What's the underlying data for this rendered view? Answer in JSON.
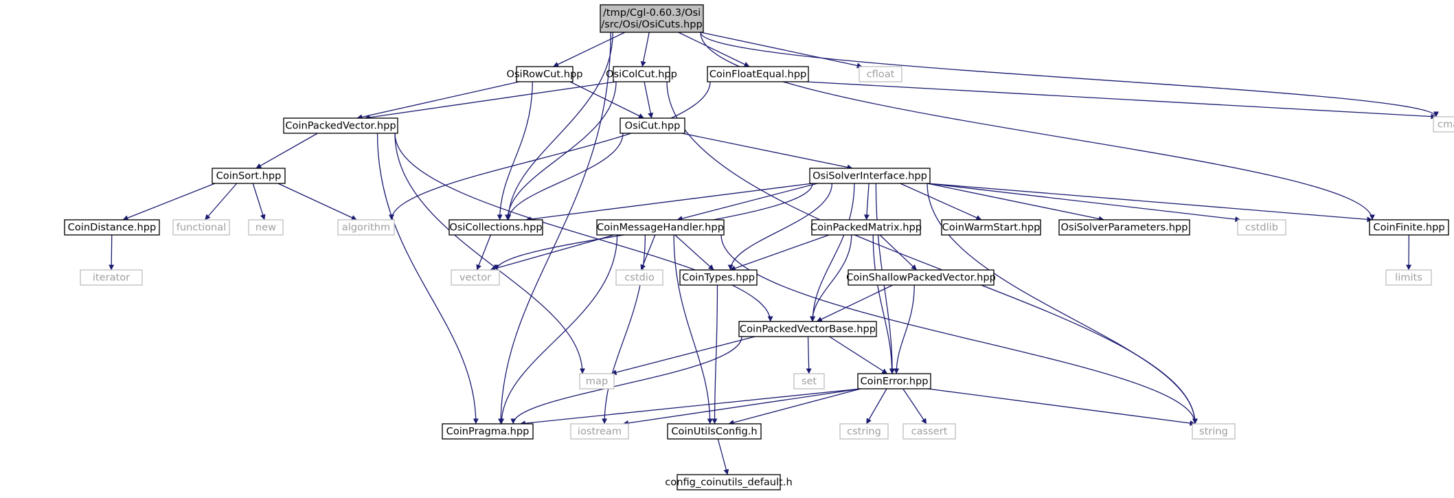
{
  "graph": {
    "colors": {
      "edge": "#191970",
      "root_fill": "#bfbfbf",
      "local_border": "#000000",
      "system_border": "#bfbfbf",
      "system_text": "#9e9e9e"
    },
    "nodes": [
      {
        "id": "root",
        "lines": [
          "/tmp/Cgl-0.60.3/Osi",
          "/src/Osi/OsiCuts.hpp"
        ],
        "kind": "root"
      },
      {
        "id": "osirowcut",
        "lines": [
          "OsiRowCut.hpp"
        ],
        "kind": "local"
      },
      {
        "id": "osicolcut",
        "lines": [
          "OsiColCut.hpp"
        ],
        "kind": "local"
      },
      {
        "id": "coinfloatequal",
        "lines": [
          "CoinFloatEqual.hpp"
        ],
        "kind": "local"
      },
      {
        "id": "cfloat",
        "lines": [
          "cfloat"
        ],
        "kind": "system"
      },
      {
        "id": "cmath",
        "lines": [
          "cmath"
        ],
        "kind": "system"
      },
      {
        "id": "coinpackedvector",
        "lines": [
          "CoinPackedVector.hpp"
        ],
        "kind": "local"
      },
      {
        "id": "osicut",
        "lines": [
          "OsiCut.hpp"
        ],
        "kind": "local"
      },
      {
        "id": "coinsort",
        "lines": [
          "CoinSort.hpp"
        ],
        "kind": "local"
      },
      {
        "id": "osisolverinterface",
        "lines": [
          "OsiSolverInterface.hpp"
        ],
        "kind": "local"
      },
      {
        "id": "coindistance",
        "lines": [
          "CoinDistance.hpp"
        ],
        "kind": "local"
      },
      {
        "id": "functional",
        "lines": [
          "functional"
        ],
        "kind": "system"
      },
      {
        "id": "new",
        "lines": [
          "new"
        ],
        "kind": "system"
      },
      {
        "id": "algorithm",
        "lines": [
          "algorithm"
        ],
        "kind": "system"
      },
      {
        "id": "osicollections",
        "lines": [
          "OsiCollections.hpp"
        ],
        "kind": "local"
      },
      {
        "id": "coinmessagehandler",
        "lines": [
          "CoinMessageHandler.hpp"
        ],
        "kind": "local"
      },
      {
        "id": "coinpackedmatrix",
        "lines": [
          "CoinPackedMatrix.hpp"
        ],
        "kind": "local"
      },
      {
        "id": "coinwarmstart",
        "lines": [
          "CoinWarmStart.hpp"
        ],
        "kind": "local"
      },
      {
        "id": "osisolverparameters",
        "lines": [
          "OsiSolverParameters.hpp"
        ],
        "kind": "local"
      },
      {
        "id": "cstdlib",
        "lines": [
          "cstdlib"
        ],
        "kind": "system"
      },
      {
        "id": "coinfinite",
        "lines": [
          "CoinFinite.hpp"
        ],
        "kind": "local"
      },
      {
        "id": "iterator",
        "lines": [
          "iterator"
        ],
        "kind": "system"
      },
      {
        "id": "vector",
        "lines": [
          "vector"
        ],
        "kind": "system"
      },
      {
        "id": "cstdio",
        "lines": [
          "cstdio"
        ],
        "kind": "system"
      },
      {
        "id": "cointypes",
        "lines": [
          "CoinTypes.hpp"
        ],
        "kind": "local"
      },
      {
        "id": "coinshallowpackedvector",
        "lines": [
          "CoinShallowPackedVector.hpp"
        ],
        "kind": "local"
      },
      {
        "id": "limits",
        "lines": [
          "limits"
        ],
        "kind": "system"
      },
      {
        "id": "coinpackedvectorbase",
        "lines": [
          "CoinPackedVectorBase.hpp"
        ],
        "kind": "local"
      },
      {
        "id": "map",
        "lines": [
          "map"
        ],
        "kind": "system"
      },
      {
        "id": "set",
        "lines": [
          "set"
        ],
        "kind": "system"
      },
      {
        "id": "coinerror",
        "lines": [
          "CoinError.hpp"
        ],
        "kind": "local"
      },
      {
        "id": "coinpragma",
        "lines": [
          "CoinPragma.hpp"
        ],
        "kind": "local"
      },
      {
        "id": "iostream",
        "lines": [
          "iostream"
        ],
        "kind": "system"
      },
      {
        "id": "coinutilsconfig",
        "lines": [
          "CoinUtilsConfig.h"
        ],
        "kind": "local"
      },
      {
        "id": "cstring",
        "lines": [
          "cstring"
        ],
        "kind": "system"
      },
      {
        "id": "cassert",
        "lines": [
          "cassert"
        ],
        "kind": "system"
      },
      {
        "id": "string",
        "lines": [
          "string"
        ],
        "kind": "system"
      },
      {
        "id": "config_coinutils_default",
        "lines": [
          "config_coinutils_default.h"
        ],
        "kind": "local"
      }
    ],
    "edges": [
      {
        "from": "root",
        "to": "coinpragma"
      },
      {
        "from": "root",
        "to": "osicollections"
      },
      {
        "from": "root",
        "to": "osirowcut"
      },
      {
        "from": "root",
        "to": "osicolcut"
      },
      {
        "from": "root",
        "to": "coinfloatequal"
      },
      {
        "from": "root",
        "to": "cfloat"
      },
      {
        "from": "root",
        "to": "cmath"
      },
      {
        "from": "root",
        "to": "coinfinite"
      },
      {
        "from": "osirowcut",
        "to": "coinpackedvector"
      },
      {
        "from": "osirowcut",
        "to": "osicut"
      },
      {
        "from": "osirowcut",
        "to": "osicollections"
      },
      {
        "from": "osicolcut",
        "to": "coinpackedvector"
      },
      {
        "from": "osicolcut",
        "to": "osicut"
      },
      {
        "from": "osicolcut",
        "to": "osicollections"
      },
      {
        "from": "osicolcut",
        "to": "string"
      },
      {
        "from": "coinfloatequal",
        "to": "algorithm"
      },
      {
        "from": "coinfloatequal",
        "to": "cmath"
      },
      {
        "from": "coinpackedvector",
        "to": "coinsort"
      },
      {
        "from": "coinpackedvector",
        "to": "map"
      },
      {
        "from": "coinpackedvector",
        "to": "coinpackedvectorbase"
      },
      {
        "from": "coinpackedvector",
        "to": "coinpragma"
      },
      {
        "from": "osicut",
        "to": "osicollections"
      },
      {
        "from": "osicut",
        "to": "osisolverinterface"
      },
      {
        "from": "coinsort",
        "to": "coindistance"
      },
      {
        "from": "coinsort",
        "to": "functional"
      },
      {
        "from": "coinsort",
        "to": "new"
      },
      {
        "from": "coinsort",
        "to": "algorithm"
      },
      {
        "from": "coindistance",
        "to": "iterator"
      },
      {
        "from": "osicollections",
        "to": "vector"
      },
      {
        "from": "osisolverinterface",
        "to": "osicollections"
      },
      {
        "from": "osisolverinterface",
        "to": "vector"
      },
      {
        "from": "osisolverinterface",
        "to": "coinmessagehandler"
      },
      {
        "from": "osisolverinterface",
        "to": "cointypes"
      },
      {
        "from": "osisolverinterface",
        "to": "coinpackedvectorbase"
      },
      {
        "from": "osisolverinterface",
        "to": "coinpackedmatrix"
      },
      {
        "from": "osisolverinterface",
        "to": "coinwarmstart"
      },
      {
        "from": "osisolverinterface",
        "to": "osisolverparameters"
      },
      {
        "from": "osisolverinterface",
        "to": "cstdlib"
      },
      {
        "from": "osisolverinterface",
        "to": "coinfinite"
      },
      {
        "from": "osisolverinterface",
        "to": "coinerror"
      },
      {
        "from": "osisolverinterface",
        "to": "string"
      },
      {
        "from": "coinmessagehandler",
        "to": "vector"
      },
      {
        "from": "coinmessagehandler",
        "to": "cstdio"
      },
      {
        "from": "coinmessagehandler",
        "to": "cointypes"
      },
      {
        "from": "coinmessagehandler",
        "to": "coinpragma"
      },
      {
        "from": "coinmessagehandler",
        "to": "iostream"
      },
      {
        "from": "coinmessagehandler",
        "to": "coinutilsconfig"
      },
      {
        "from": "coinmessagehandler",
        "to": "string"
      },
      {
        "from": "coinpackedmatrix",
        "to": "cointypes"
      },
      {
        "from": "coinpackedmatrix",
        "to": "coinshallowpackedvector"
      },
      {
        "from": "coinpackedmatrix",
        "to": "coinpackedvectorbase"
      },
      {
        "from": "coinpackedmatrix",
        "to": "coinerror"
      },
      {
        "from": "coinfinite",
        "to": "limits"
      },
      {
        "from": "cointypes",
        "to": "coinutilsconfig"
      },
      {
        "from": "coinshallowpackedvector",
        "to": "coinpackedvectorbase"
      },
      {
        "from": "coinshallowpackedvector",
        "to": "coinerror"
      },
      {
        "from": "coinpackedvectorbase",
        "to": "map"
      },
      {
        "from": "coinpackedvectorbase",
        "to": "set"
      },
      {
        "from": "coinpackedvectorbase",
        "to": "coinerror"
      },
      {
        "from": "coinpackedvectorbase",
        "to": "coinpragma"
      },
      {
        "from": "coinerror",
        "to": "coinpragma"
      },
      {
        "from": "coinerror",
        "to": "iostream"
      },
      {
        "from": "coinerror",
        "to": "coinutilsconfig"
      },
      {
        "from": "coinerror",
        "to": "cstring"
      },
      {
        "from": "coinerror",
        "to": "cassert"
      },
      {
        "from": "coinerror",
        "to": "string"
      },
      {
        "from": "coinutilsconfig",
        "to": "config_coinutils_default"
      }
    ]
  }
}
